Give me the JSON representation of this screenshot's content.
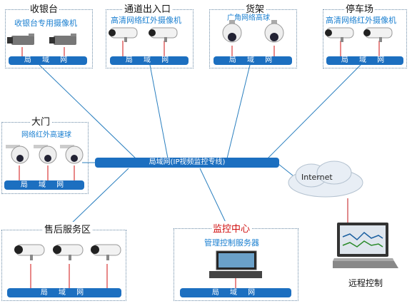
{
  "zones": {
    "cashier": {
      "title": "收银台",
      "subtitle": "收银台专用摄像机",
      "lan": "局 域 网"
    },
    "entrance": {
      "title": "通道出入口",
      "subtitle": "高清网络红外摄像机",
      "lan": "局 域 网"
    },
    "shelf": {
      "title": "货架",
      "subtitle": "广角网络高球",
      "lan": "局 域 网"
    },
    "parking": {
      "title": "停车场",
      "subtitle": "高清网络红外摄像机",
      "lan": "局 域 网"
    },
    "gate": {
      "title": "大门",
      "subtitle": "网络红外高速球",
      "lan": "局 域 网"
    },
    "aftersales": {
      "title": "售后服务区",
      "lan": "局 域 网"
    },
    "monitor": {
      "title": "监控中心",
      "subtitle": "管理控制服务器",
      "lan": "局 域 网"
    }
  },
  "backbone": {
    "label": "局域网(IP视频监控专线)"
  },
  "internet": {
    "label": "Internet"
  },
  "remote": {
    "label": "远程控制"
  },
  "colors": {
    "line": "#2a7fbf",
    "bar": "#1c6fc0",
    "red": "#d01010",
    "subtitle": "#1a7fd0"
  }
}
